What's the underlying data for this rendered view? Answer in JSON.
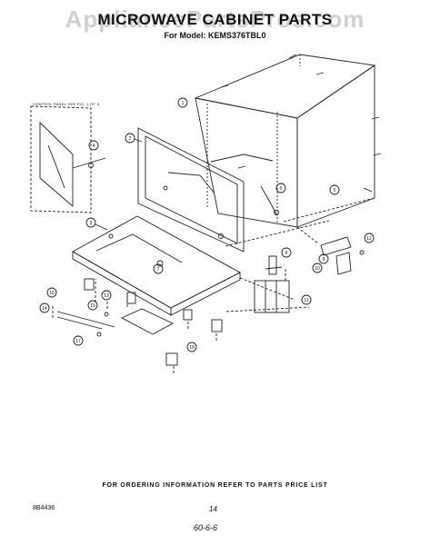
{
  "title": "MICROWAVE CABINET PARTS",
  "watermark": "AppliancePartsPros.com",
  "model_line": "For Model: KEMS376TBL0",
  "inset_caption": "CONTROL PANEL SEE FIG. 1 OF 4",
  "footer_text": "FOR ORDERING INFORMATION REFER TO PARTS PRICE LIST",
  "doc_number": "8B4436",
  "page_number": "14",
  "handwritten_note": "60-6-6",
  "callouts": [
    "1",
    "2",
    "3",
    "4",
    "5",
    "6",
    "7",
    "8",
    "9",
    "10",
    "11",
    "12",
    "13",
    "14",
    "15",
    "16",
    "17",
    "18"
  ]
}
